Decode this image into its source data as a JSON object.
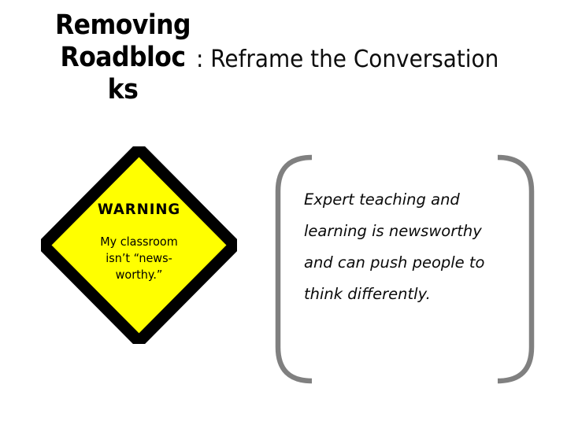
{
  "slide": {
    "background_color": "#ffffff",
    "title": {
      "main_text": "Removing Roadblocks",
      "subtitle_text": ": Reframe the Conversation",
      "color": "#000000"
    },
    "warning_sign": {
      "shape": "diamond",
      "fill_color": "#ffff00",
      "border_color": "#000000",
      "heading": "WARNING",
      "body_lines": [
        "My classroom",
        "isn’t “news-",
        "worthy.”"
      ],
      "body_text": "My classroom isn’t “newsworthy.”"
    },
    "callout": {
      "bracket_color": "#808080",
      "text_lines": [
        "Expert teaching and",
        "learning is newsworthy",
        "and can push people to",
        "think differently."
      ],
      "text": "Expert teaching and learning is newsworthy and can push people to think differently."
    }
  }
}
